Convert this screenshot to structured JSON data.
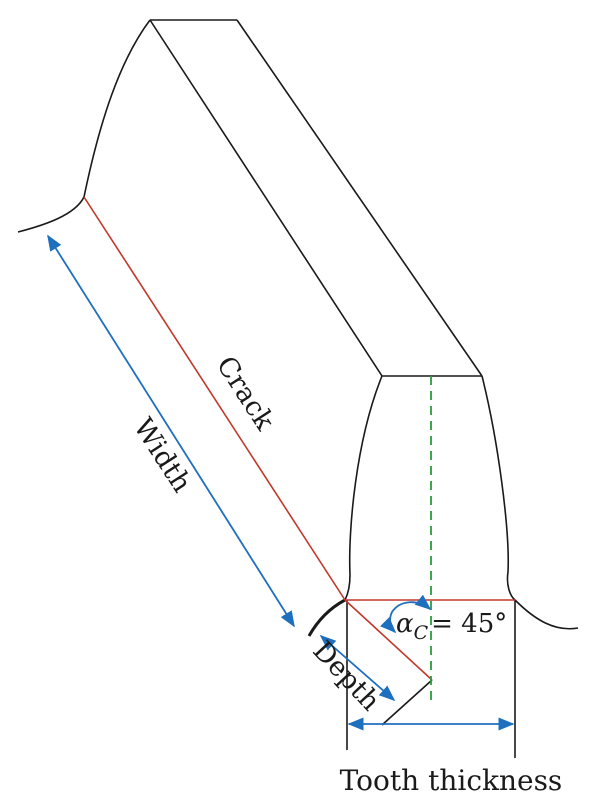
{
  "labels": {
    "crack": "Crack",
    "width": "Width",
    "depth": "Depth",
    "tooth_thickness": "Tooth thickness",
    "alpha_symbol": "α",
    "alpha_subscript": "C",
    "alpha_value": "= 45°"
  },
  "colors": {
    "outline": "#1a1a1a",
    "crack": "#c0392b",
    "dimension": "#1f6fbf",
    "centerline": "#2a9d3a"
  }
}
